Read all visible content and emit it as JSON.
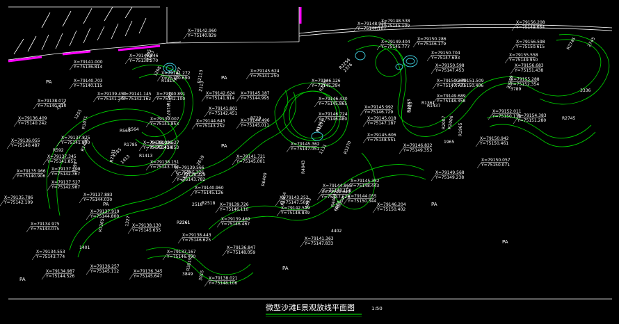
{
  "title": "微型沙滩E景观放线平面图",
  "scale": "1:50",
  "colors": {
    "background": "#000000",
    "path": "#00c800",
    "ref": "#ffffff",
    "wall": "#ff00ff",
    "rock": "#40d0e0"
  },
  "area_labels": [
    "PA",
    "PA",
    "PA",
    "PA",
    "PA",
    "PA",
    "PA",
    "PA"
  ],
  "coords": [
    {
      "x": "X=79142.960",
      "y": "Y=75140.829"
    },
    {
      "x": "X=79140.446",
      "y": "Y=75138.270"
    },
    {
      "x": "X=79141.000",
      "y": "Y=75136.814"
    },
    {
      "x": "X=79140.703",
      "y": "Y=75140.115"
    },
    {
      "x": "X=79139.450",
      "y": "Y=75141.247"
    },
    {
      "x": "X=79141.145",
      "y": "Y=75142.162"
    },
    {
      "x": "X=79140.891",
      "y": "Y=75142.100"
    },
    {
      "x": "X=79141.272",
      "y": "Y=75140.690"
    },
    {
      "x": "X=79142.624",
      "y": "Y=75141.814"
    },
    {
      "x": "X=79141.801",
      "y": "Y=75142.451"
    },
    {
      "x": "X=79145.624",
      "y": "Y=75141.250"
    },
    {
      "x": "X=79145.187",
      "y": "Y=75144.995"
    },
    {
      "x": "X=79146.126",
      "y": "Y=75145.294"
    },
    {
      "x": "X=79146.430",
      "y": "Y=75145.865"
    },
    {
      "x": "X=79146.724",
      "y": "Y=75146.480"
    },
    {
      "x": "X=79148.970",
      "y": "Y=75144.107"
    },
    {
      "x": "X=79148.538",
      "y": "Y=75145.109"
    },
    {
      "x": "X=79149.404",
      "y": "Y=75145.777"
    },
    {
      "x": "X=79150.286",
      "y": "Y=75146.179"
    },
    {
      "x": "X=79150.704",
      "y": "Y=75147.693"
    },
    {
      "x": "X=79150.598",
      "y": "Y=75147.453"
    },
    {
      "x": "X=79150.289",
      "y": "Y=75147.727"
    },
    {
      "x": "X=79156.208",
      "y": "Y=75149.664"
    },
    {
      "x": "X=79156.598",
      "y": "Y=75150.615"
    },
    {
      "x": "X=79156.683",
      "y": "Y=75151.438"
    },
    {
      "x": "X=79155.558",
      "y": "Y=75149.950"
    },
    {
      "x": "X=79155.288",
      "y": "Y=75152.354"
    },
    {
      "x": "X=79151.509",
      "y": "Y=75150.406"
    },
    {
      "x": "X=79149.689",
      "y": "Y=75148.358"
    },
    {
      "x": "X=79152.011",
      "y": "Y=75150.138"
    },
    {
      "x": "X=79154.383",
      "y": "Y=75151.280"
    },
    {
      "x": "X=79150.942",
      "y": "Y=75150.461"
    },
    {
      "x": "X=79150.057",
      "y": "Y=75150.071"
    },
    {
      "x": "X=79149.568",
      "y": "Y=75149.238"
    },
    {
      "x": "X=79145.992",
      "y": "Y=75146.729"
    },
    {
      "x": "X=79145.018",
      "y": "Y=75147.187"
    },
    {
      "x": "X=79145.606",
      "y": "Y=75148.551"
    },
    {
      "x": "X=79146.822",
      "y": "Y=75149.353"
    },
    {
      "x": "X=79144.643",
      "y": "Y=75143.252"
    },
    {
      "x": "X=79144.496",
      "y": "Y=75145.011"
    },
    {
      "x": "X=79145.362",
      "y": "Y=75147.051"
    },
    {
      "x": "X=79141.721",
      "y": "Y=75145.001"
    },
    {
      "x": "X=79140.960",
      "y": "Y=75145.126"
    },
    {
      "x": "X=79139.007",
      "y": "Y=75141.853"
    },
    {
      "x": "X=79139.527",
      "y": "Y=75141.853"
    },
    {
      "x": "X=79139.566",
      "y": "Y=75145.326"
    },
    {
      "x": "X=79138.151",
      "y": "Y=75143.782"
    },
    {
      "x": "X=79138.026",
      "y": "Y=75143.434"
    },
    {
      "x": "X=79138.329",
      "y": "Y=75143.782"
    },
    {
      "x": "X=79136.409",
      "y": "Y=75140.242"
    },
    {
      "x": "X=79138.072",
      "y": "Y=75140.313"
    },
    {
      "x": "X=79136.055",
      "y": "Y=75140.487"
    },
    {
      "x": "X=79137.875",
      "y": "Y=75141.830"
    },
    {
      "x": "X=79137.345",
      "y": "Y=75141.857"
    },
    {
      "x": "X=79137.198",
      "y": "Y=75142.367"
    },
    {
      "x": "X=79135.966",
      "y": "Y=75140.906"
    },
    {
      "x": "X=79137.527",
      "y": "Y=75142.987"
    },
    {
      "x": "X=79135.786",
      "y": "Y=75142.109"
    },
    {
      "x": "X=79137.883",
      "y": "Y=75144.030"
    },
    {
      "x": "X=79137.919",
      "y": "Y=75144.800"
    },
    {
      "x": "X=79139.726",
      "y": "Y=75146.110"
    },
    {
      "x": "X=79139.469",
      "y": "Y=75146.467"
    },
    {
      "x": "X=79138.130",
      "y": "Y=75145.635"
    },
    {
      "x": "X=79138.443",
      "y": "Y=75146.625"
    },
    {
      "x": "X=79137.167",
      "y": "Y=75146.490"
    },
    {
      "x": "X=79136.847",
      "y": "Y=75148.059"
    },
    {
      "x": "X=79141.363",
      "y": "Y=75147.833"
    },
    {
      "x": "X=79143.252",
      "y": "Y=75147.500"
    },
    {
      "x": "X=79142.519",
      "y": "Y=75148.839"
    },
    {
      "x": "X=79144.640",
      "y": "Y=75147.626"
    },
    {
      "x": "X=79144.865",
      "y": "Y=75148.158"
    },
    {
      "x": "X=79144.055",
      "y": "Y=75150.344"
    },
    {
      "x": "X=79145.352",
      "y": "Y=75148.443"
    },
    {
      "x": "X=79146.204",
      "y": "Y=75150.402"
    },
    {
      "x": "X=79134.975",
      "y": "Y=75143.075"
    },
    {
      "x": "X=79134.553",
      "y": "Y=75143.774"
    },
    {
      "x": "X=79134.987",
      "y": "Y=75144.526"
    },
    {
      "x": "X=79136.257",
      "y": "Y=75145.112"
    },
    {
      "x": "X=79136.345",
      "y": "Y=75145.647"
    },
    {
      "x": "X=79138.021",
      "y": "Y=75148.106"
    }
  ],
  "radii": [
    "R1815",
    "R1977",
    "R2113",
    "R1359",
    "R564",
    "R592",
    "R1071",
    "R1400",
    "R7365",
    "R3270",
    "R1785",
    "R1413",
    "R1261",
    "R564",
    "R1361",
    "R729",
    "R1271",
    "R2261",
    "R2518",
    "R3015",
    "R3270",
    "R4403",
    "R4943",
    "R6004",
    "R6400",
    "R1464",
    "R2006",
    "R1437",
    "R1977",
    "R2131",
    "R2376",
    "R2256",
    "R3789",
    "R2007",
    "R2745",
    "R1863",
    "R1965",
    "R2745"
  ],
  "dims": [
    "2113",
    "1463",
    "1372",
    "1298",
    "1785",
    "1413",
    "1255",
    "1590",
    "2261",
    "2518",
    "2619",
    "2376",
    "3336",
    "4402",
    "4093",
    "1965",
    "3789",
    "1863",
    "2745",
    "1401",
    "3849",
    "1465",
    "3015",
    "1327",
    "6004",
    "1131"
  ]
}
